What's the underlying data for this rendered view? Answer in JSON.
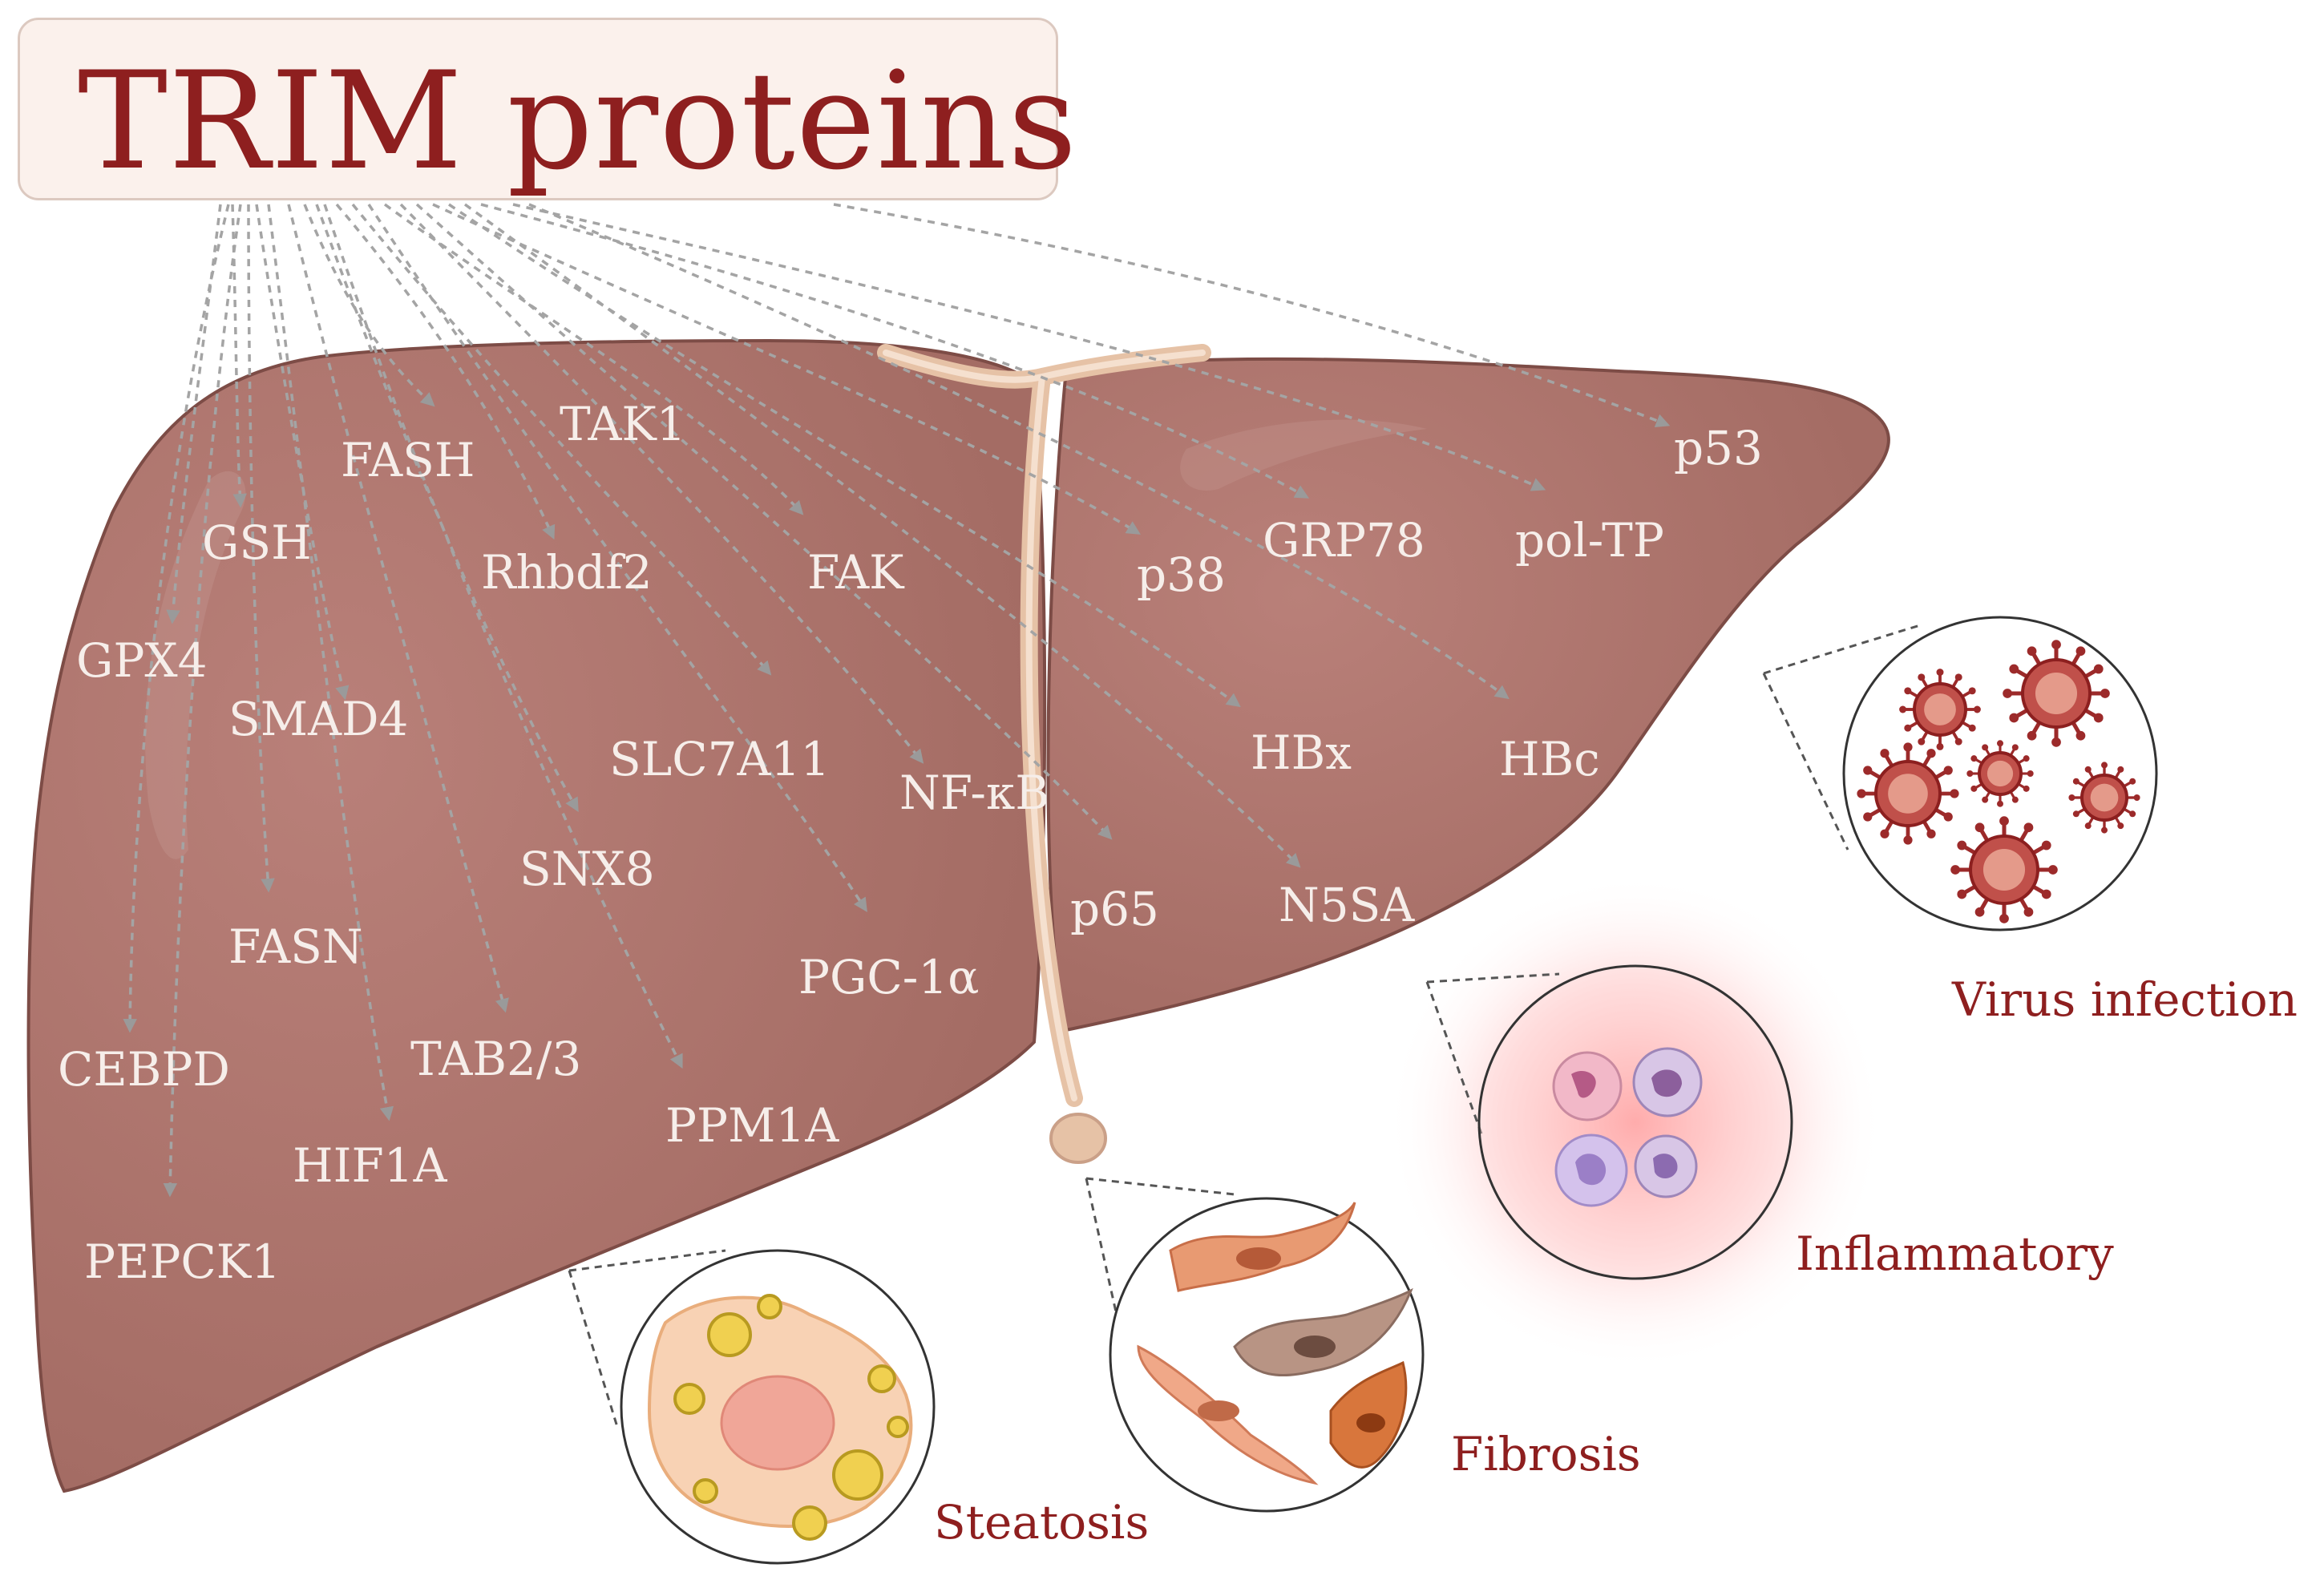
{
  "title": "TRIM proteins",
  "targets": {
    "fash": "FASH",
    "tak1": "TAK1",
    "p53": "p53",
    "gsh": "GSH",
    "rhbdf2": "Rhbdf2",
    "fak": "FAK",
    "p38": "p38",
    "grp78": "GRP78",
    "pol_tp": "pol-TP",
    "gpx4": "GPX4",
    "smad4": "SMAD4",
    "slc7a11": "SLC7A11",
    "nfkb": "NF-κB",
    "hbx": "HBx",
    "hbc": "HBc",
    "snx8": "SNX8",
    "p65": "p65",
    "n5sa": "N5SA",
    "fasn": "FASN",
    "pgc1a": "PGC-1α",
    "cebpd": "CEBPD",
    "tab23": "TAB2/3",
    "ppm1a": "PPM1A",
    "hif1a": "HIF1A",
    "pepck1": "PEPCK1"
  },
  "conditions": {
    "virus": "Virus infection",
    "inflammatory": "Inflammatory",
    "fibrosis": "Fibrosis",
    "steatosis": "Steatosis"
  },
  "colors": {
    "title": "#8e1f1f",
    "liver": "#a87068",
    "liver_edge": "#7d4c46",
    "label": "#f6eeea",
    "arrow": "#a4a4a4"
  }
}
